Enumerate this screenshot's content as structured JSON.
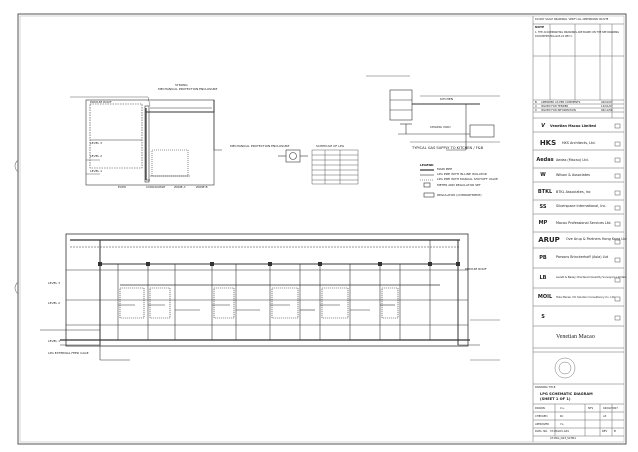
{
  "header": {
    "note_strip": "DO NOT SCALE DRAWINGS. VERIFY ALL DIMENSIONS ON SITE"
  },
  "notes": {
    "label": "NOTE",
    "text": "1. THE ACCOMPANYING DRAWINGS ARE BASED ON THE SEE DRAWING",
    "text2": "DOCUMENT-PKG-G03-01 REV C."
  },
  "plan_labels": {
    "strong": "STRONG",
    "mech_protect": "MECHANICAL PROTECTION ENCLOSURE",
    "mech_protect2": "MECHANICAL PROTECTION ENCLOSURE",
    "plinth": "PODIUM ROOF",
    "level3": "LEVEL 3",
    "level2": "LEVEL 2",
    "level1": "LEVEL 1",
    "expo": "EXPO",
    "concourse": "CONCOURSE",
    "zone_a": "ZONE A",
    "zone_b": "ZONE B",
    "typical_gas": "TYPICAL GAS SUPPLY TO KITCHEN / F&B",
    "ceiling_void": "CEILING VOID",
    "kitchen": "KITCHEN",
    "podium_roof": "PODIUM ROOF",
    "level_3b": "LEVEL 3",
    "level_2b": "LEVEL 2",
    "level_1b": "LEVEL 1",
    "main_gas_meter": "LPG EXTERNAL FEED CAGE",
    "legend_title": "LEGEND",
    "legend_1": "MAIN PIPE",
    "legend_2": "LPG PIPE WITH IN-LINE ISOLATOR",
    "legend_3": "LPG PIPE WITH MANUAL SHUTOFF VALVE",
    "legend_4": "METER AND REGULATOR SET",
    "regulator": "REGULATOR (COMPARTMENT)",
    "table_title": "SCHEDULE OF LPG"
  },
  "companies": [
    {
      "name": "Venetian Macao Limited",
      "logo": "V"
    },
    {
      "name": "HKS Architects, Ltd.",
      "logo": "HKS"
    },
    {
      "name": "Aedas (Macau) Ltd.",
      "logo": "Aedas"
    },
    {
      "name": "Wilson & Associates",
      "logo": "W"
    },
    {
      "name": "BTKL Associates, Inc",
      "logo": "BTKL"
    },
    {
      "name": "Silverspace International, Inc.",
      "logo": "SS"
    },
    {
      "name": "Macau Professional Services Ltd.",
      "logo": "MP"
    },
    {
      "name": "Ove Arup & Partners Hong Kong Ltd",
      "logo": "ARUP"
    },
    {
      "name": "Parsons Brinckerhoff (Asia) Ltd",
      "logo": "PB"
    },
    {
      "name": "Levett & Bailey Chartered Quantity Surveyors Limited",
      "logo": "LB"
    },
    {
      "name": "Hole Macau Vm Solution Consultancy Co. Ltd.",
      "logo": "MOIL"
    },
    {
      "name": "",
      "logo": "S"
    }
  ],
  "brand_banner": "Venetian Macao",
  "drawing": {
    "title_label": "DRAWING TITLE",
    "title_1": "LPG SCHEMATIC DIAGRAM",
    "title_2": "(SHEET 1 OF 1)",
    "drawn_label": "DRAWN",
    "drawn": "C.L.",
    "checked_label": "CHECKED",
    "checked": "KC",
    "approved_label": "APPROVED",
    "approved": "Y.L.",
    "scale": "NTS",
    "size": "A3",
    "date": "04/02/2007",
    "dwg_no_label": "DWG. NO.",
    "dwg_no": "CT-PKG03-G01",
    "rev_label": "REV",
    "rev": "B",
    "file_no": "CT-PKG_G03_SCH01"
  },
  "revisions": [
    {
      "rev": "B",
      "desc": "AMENDED AS PER COMMENTS",
      "date": "04/02/07"
    },
    {
      "rev": "A",
      "desc": "ISSUED FOR TENDER",
      "date": "12/01/07"
    },
    {
      "rev": "0",
      "desc": "ISSUED FOR INFORMATION",
      "date": "06/12/06"
    }
  ],
  "colors": {
    "line": "#333333",
    "frame": "#555555",
    "background": "#ffffff"
  }
}
